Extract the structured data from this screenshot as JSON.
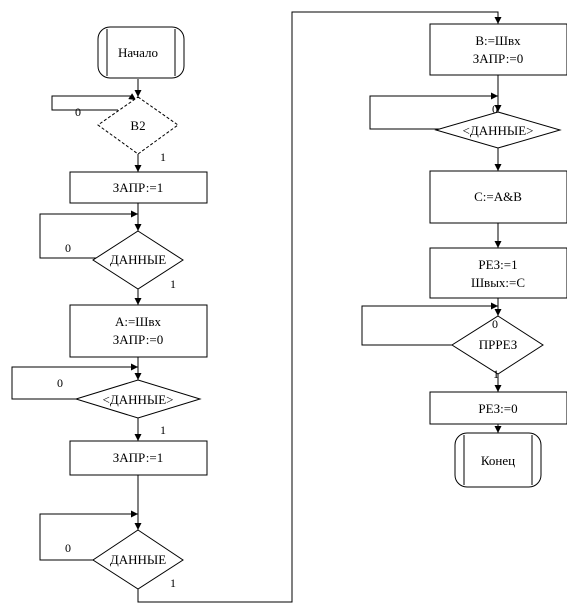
{
  "flowchart": {
    "start": "Начало",
    "end": "Конец",
    "blocks": {
      "b2": "B2",
      "zapr1a": "ЗАПР:=1",
      "dannye1": "ДАННЫЕ",
      "a_load_1": "A:=Швх",
      "a_load_2": "ЗАПР:=0",
      "dannye_inv1": "<ДАННЫЕ>",
      "zapr1b": "ЗАПР:=1",
      "dannye2": "ДАННЫЕ",
      "b_load_1": "B:=Швх",
      "b_load_2": "ЗАПР:=0",
      "dannye_inv2": "<ДАННЫЕ>",
      "c_calc": "C:=A&B",
      "rez_1": "РЕЗ:=1",
      "rez_2": "Швых:=C",
      "prrez": "ПРРЕЗ",
      "rez0": "РЕЗ:=0"
    },
    "branch_labels": {
      "b2_loop": "0",
      "b2_exit": "1",
      "dannye1_loop": "0",
      "dannye1_exit": "1",
      "dinv1_loop": "0",
      "dinv1_exit": "1",
      "dannye2_loop": "0",
      "dannye2_exit": "1",
      "dinv2_loop": "0",
      "prrez_loop": "0",
      "prrez_exit": "1"
    }
  }
}
